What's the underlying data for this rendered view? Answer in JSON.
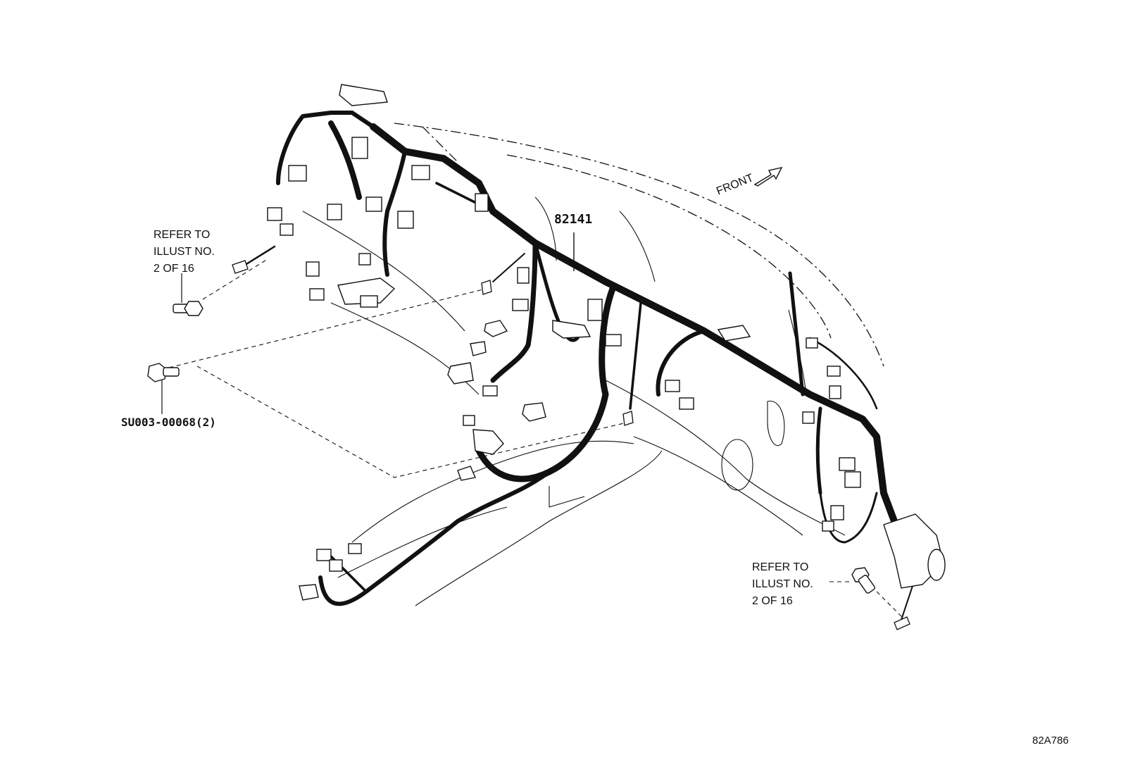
{
  "colors": {
    "line": "#111111",
    "background": "#ffffff"
  },
  "labels": {
    "part_number": "82141",
    "front": "FRONT",
    "refer_left": [
      "REFER TO",
      "ILLUST NO.",
      "2 OF 16"
    ],
    "refer_right": [
      "REFER TO",
      "ILLUST NO.",
      "2 OF 16"
    ],
    "bolt_part": "SU003-00068(2)",
    "figure_id": "82A786"
  }
}
